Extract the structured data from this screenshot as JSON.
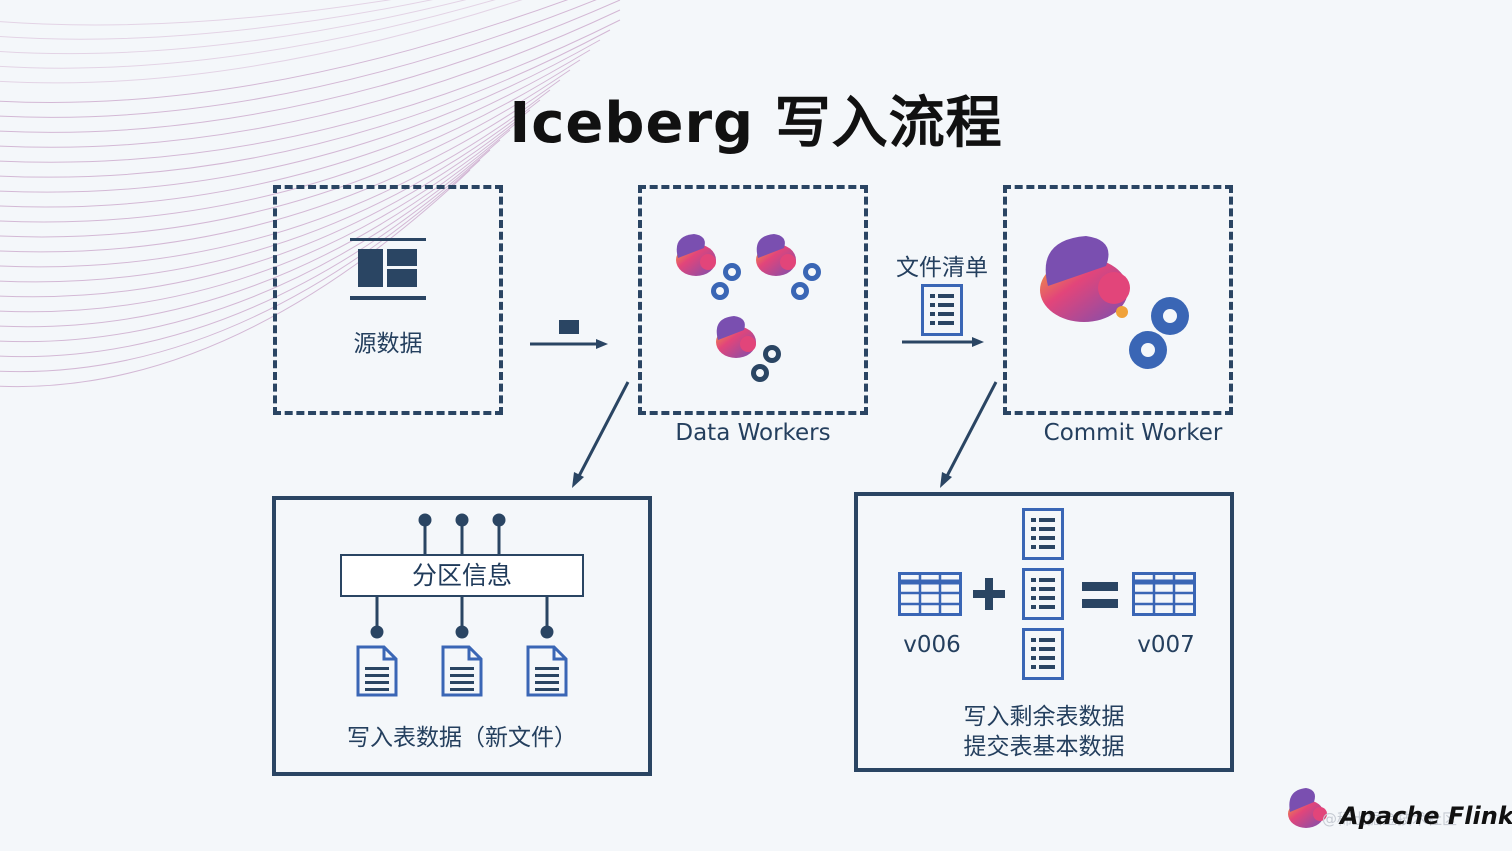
{
  "title": "Iceberg 写入流程",
  "source_box": {
    "label": "源数据",
    "icon": "table-layout-icon"
  },
  "data_workers_box": {
    "label": "Data Workers",
    "icon": "squirrel-gears-icon"
  },
  "file_list": {
    "label": "文件清单",
    "icon": "file-list-icon"
  },
  "commit_worker_box": {
    "label": "Commit Worker",
    "icon": "squirrel-gears-icon"
  },
  "write_box": {
    "partition_label": "分区信息",
    "caption": "写入表数据（新文件）",
    "file_icon": "document-icon"
  },
  "commit_box": {
    "old_version": "v006",
    "new_version": "v007",
    "caption_line1": "写入剩余表数据",
    "caption_line2": "提交表基本数据",
    "table_icon": "table-grid-icon"
  },
  "branding": {
    "logo_text": "Apache Flink",
    "watermark": "@稀土掘金技术社区"
  },
  "colors": {
    "navy": "#2a4563",
    "blue": "#3a66b5",
    "flink_pink": "#e2457a",
    "flink_purple": "#7a4fb0"
  }
}
